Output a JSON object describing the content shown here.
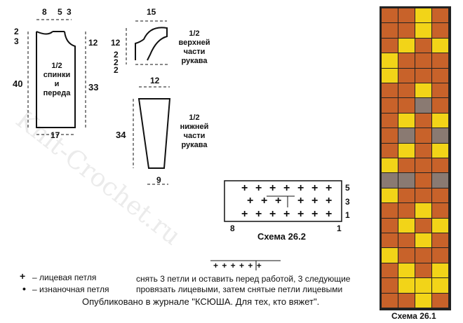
{
  "watermark": "Knit-Crochet.ru",
  "back_front": {
    "label": "1/2\nспинки\nи\nпереда",
    "dims": {
      "top_a": "8",
      "top_b": "5",
      "top_c": "3",
      "left_2": "2",
      "left_3": "3",
      "height_total": "40",
      "right_12": "12",
      "right_33": "33",
      "bottom": "17"
    }
  },
  "sleeve_top": {
    "label": "1/2\nверхней\nчасти\nрукава",
    "dims": {
      "top": "15",
      "left": "12",
      "s1": "2",
      "s2": "2",
      "s3": "2"
    }
  },
  "sleeve_bottom": {
    "label": "1/2\nнижней\nчасти\nрукава",
    "dims": {
      "top": "12",
      "left": "34",
      "bottom": "9"
    }
  },
  "scheme_26_2": {
    "caption": "Схема 26.2",
    "row_labels": [
      "5",
      "3",
      "1"
    ],
    "col_left": "8",
    "col_right": "1",
    "symbol": "+"
  },
  "legend": [
    {
      "symbol": "+",
      "text": "– лицевая петля"
    },
    {
      "symbol": "•",
      "text": "– изнаночная петля"
    }
  ],
  "cable_note": {
    "symbols": "+ + + + + +",
    "line1": "снять 3 петли и оставить перед работой, 3 следующие",
    "line2": "провязать  лицевыми,  затем снятые петли лицевыми"
  },
  "published": "Опубликовано в журнале \"КСЮША. Для тех, кто вяжет\".",
  "scheme_26_1": {
    "caption": "Схема 26.1",
    "colors": {
      "o": "#c8622a",
      "y": "#f2d418",
      "g": "#8a7a72"
    },
    "rows": [
      "ooyo",
      "ooyo",
      "oyoy",
      "yooo",
      "yooo",
      "ooyo",
      "oogo",
      "oyoy",
      "ogog",
      "oyoy",
      "yooo",
      "ggog",
      "yooo",
      "ooyo",
      "oyoy",
      "ooyo",
      "yooo",
      "oyoy",
      "oyyy",
      "ooyo"
    ]
  }
}
